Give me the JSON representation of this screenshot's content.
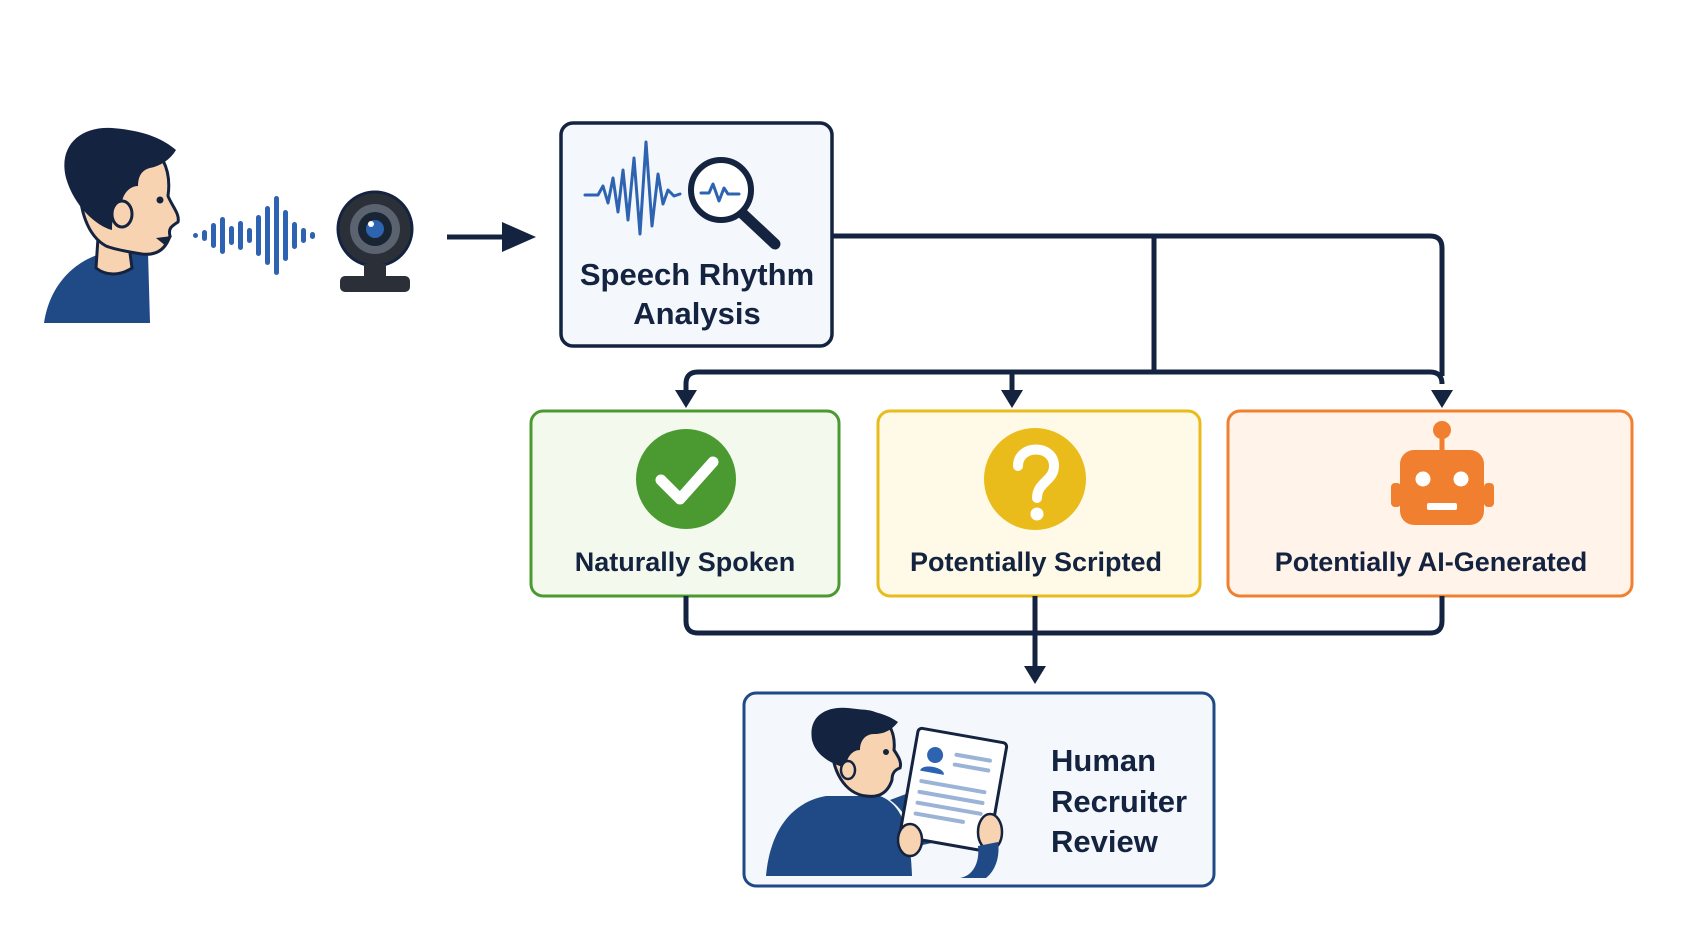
{
  "nodes": {
    "analysis": {
      "label_line1": "Speech Rhythm",
      "label_line2": "Analysis",
      "icon": "waveform-magnifier-icon"
    },
    "outcomes": [
      {
        "key": "natural",
        "label": "Naturally Spoken",
        "icon": "checkmark-icon",
        "color": "#4a9a31",
        "background": "#f4f9ee"
      },
      {
        "key": "scripted",
        "label": "Potentially Scripted",
        "icon": "question-mark-icon",
        "color": "#e9bc1c",
        "background": "#fff9e8"
      },
      {
        "key": "ai",
        "label": "Potentially AI-Generated",
        "icon": "robot-icon",
        "color": "#f08030",
        "background": "#fff3ea"
      }
    ],
    "review": {
      "label_line1": "Human",
      "label_line2": "Recruiter",
      "label_line3": "Review",
      "icon": "recruiter-reading-resume-icon"
    }
  },
  "input": {
    "speaker_icon": "speaking-person-icon",
    "sound_icon": "sound-wave-icon",
    "camera_icon": "webcam-icon"
  },
  "colors": {
    "navy": "#14233f",
    "accent_blue": "#2d63b0",
    "skin": "#f8d3b2",
    "shirt": "#1f4a85"
  }
}
